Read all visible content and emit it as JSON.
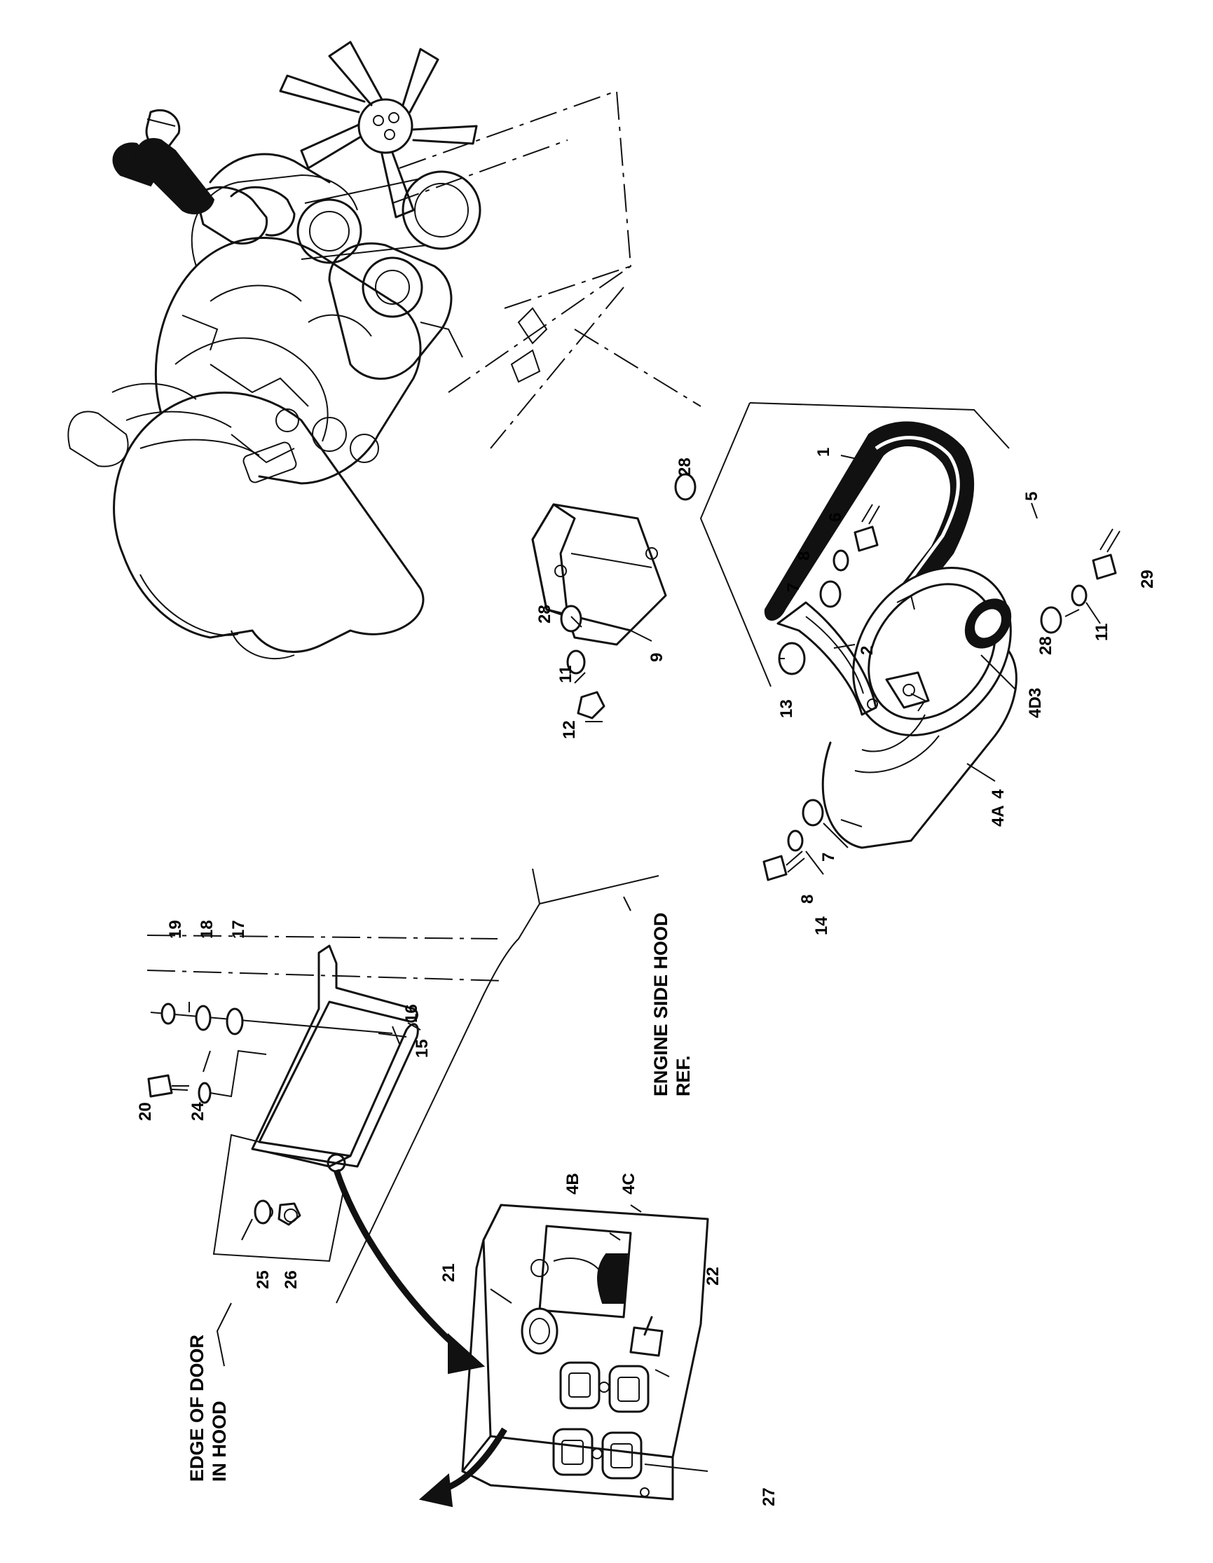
{
  "reference_labels": {
    "edge_of_door_line1": "EDGE OF DOOR",
    "edge_of_door_line2": "IN HOOD",
    "engine_side_hood_line1": "ENGINE SIDE HOOD",
    "engine_side_hood_line2": "REF."
  },
  "callouts": {
    "c1": "1",
    "c2": "2",
    "c3": "3",
    "c4d": "4D",
    "c4": "4",
    "c4a": "4A",
    "c5": "5",
    "c6": "6",
    "c7a": "7",
    "c7b": "7",
    "c8a": "8",
    "c8b": "8",
    "c9": "9",
    "c11a": "11",
    "c11b": "11",
    "c12": "12",
    "c13": "13",
    "c14": "14",
    "c15": "15",
    "c16": "16",
    "c17": "17",
    "c18": "18",
    "c19": "19",
    "c20": "20",
    "c21": "21",
    "c22": "22",
    "c24": "24",
    "c25": "25",
    "c26": "26",
    "c27": "27",
    "c28a": "28",
    "c28b": "28",
    "c28c": "28",
    "c29": "29",
    "c4b": "4B",
    "c4c": "4C"
  }
}
